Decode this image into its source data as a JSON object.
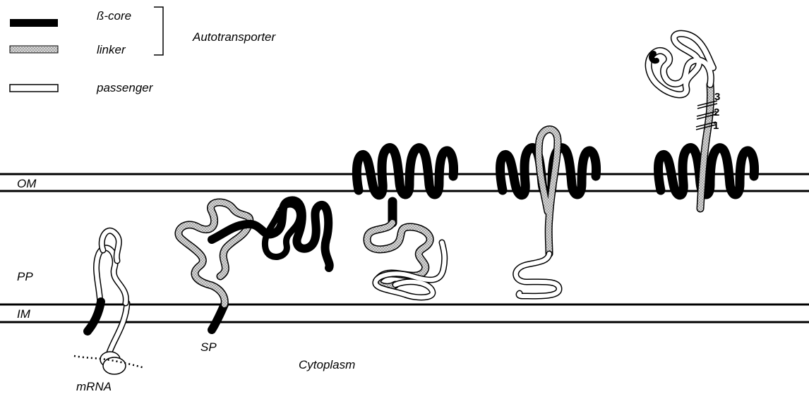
{
  "legend": {
    "beta_core": "ß-core",
    "linker": "linker",
    "passenger": "passenger",
    "group_label": "Autotransporter"
  },
  "regions": {
    "om": "OM",
    "pp": "PP",
    "im": "IM",
    "cytoplasm": "Cytoplasm"
  },
  "labels": {
    "sp": "SP",
    "mrna": "mRNA"
  },
  "cleavage_sites": [
    "3",
    "2",
    "1"
  ],
  "colors": {
    "beta_core": "#000000",
    "linker": "#bdbdbd",
    "passenger": "#ffffff",
    "membrane": "#000000"
  }
}
